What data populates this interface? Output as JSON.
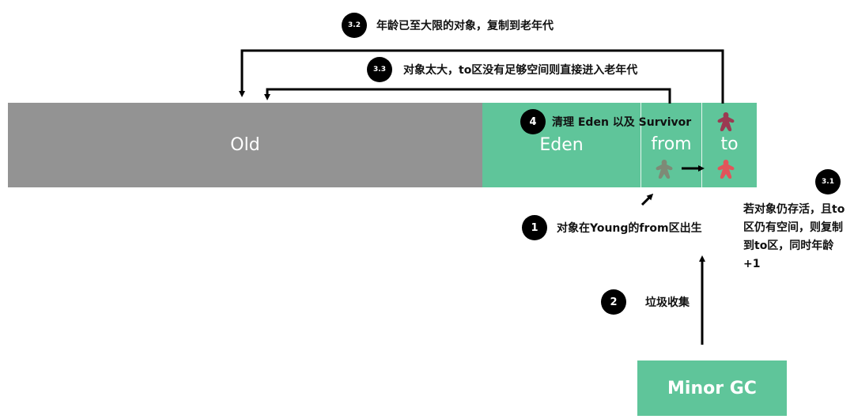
{
  "regions": {
    "old": "Old",
    "eden": "Eden",
    "from": "from",
    "to": "to"
  },
  "steps": {
    "s32": {
      "badge": "3.2",
      "text": "年龄已至大限的对象，复制到老年代"
    },
    "s33": {
      "badge": "3.3",
      "text": "对象太大，to区没有足够空间则直接进入老年代"
    },
    "s4": {
      "badge": "4",
      "text": "清理 Eden 以及 Survivor"
    },
    "s31": {
      "badge": "3.1",
      "text": "若对象仍存活，且to区仍有空间，则复制到to区，同时年龄+1"
    },
    "s1": {
      "badge": "1",
      "text": "对象在Young的from区出生"
    },
    "s2": {
      "badge": "2",
      "text": "垃圾收集"
    }
  },
  "minor_gc": "Minor GC",
  "colors": {
    "old": "#939393",
    "young": "#5fc59a",
    "badge": "#000000",
    "object_from": "#7e8a76",
    "object_to_top": "#9b3a52",
    "object_to_bottom": "#e2545a"
  },
  "icons": [
    "person-star-icon"
  ]
}
